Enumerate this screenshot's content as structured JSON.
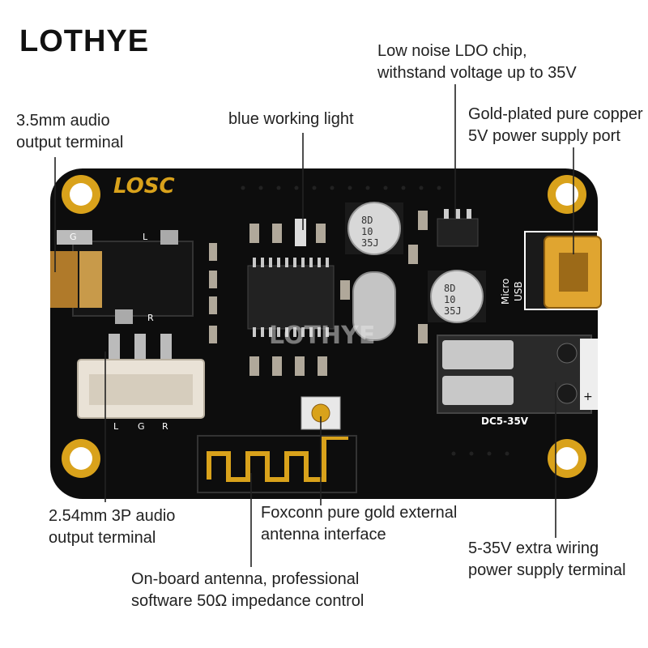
{
  "brand": "LOTHYE",
  "board": {
    "silkscreen_logo": "LOSC",
    "watermark": "LOTHYE",
    "usb_label_1": "Micro",
    "usb_label_2": "USB",
    "terminal_label": "DC5-35V",
    "capacitor_text_1": [
      "8D",
      "10",
      "35J"
    ],
    "capacitor_text_2": [
      "8D",
      "10",
      "35J"
    ],
    "jack_pins": {
      "g": "G",
      "l": "L",
      "r": "R"
    },
    "connector_pins": {
      "l": "L",
      "g": "G",
      "r": "R"
    },
    "plus_sign": "+",
    "colors": {
      "pcb": "#0d0d0d",
      "gold": "#d9a21b",
      "connector": "#e9e2d6"
    }
  },
  "callouts": {
    "ldo": {
      "line1": "Low noise LDO chip,",
      "line2": "withstand voltage up to 35V"
    },
    "audio_jack": {
      "line1": "3.5mm audio",
      "line2": "output terminal"
    },
    "light": {
      "line1": "blue working light"
    },
    "usb_port": {
      "line1": "Gold-plated pure copper",
      "line2": "5V power supply port"
    },
    "connector_3p": {
      "line1": "2.54mm 3P audio",
      "line2": "output terminal"
    },
    "antenna_interface": {
      "line1": "Foxconn pure gold external",
      "line2": "antenna interface"
    },
    "power_terminal": {
      "line1": "5-35V extra wiring",
      "line2": "power supply terminal"
    },
    "onboard_antenna": {
      "line1": "On-board antenna, professional",
      "line2": "software 50Ω impedance control"
    }
  }
}
